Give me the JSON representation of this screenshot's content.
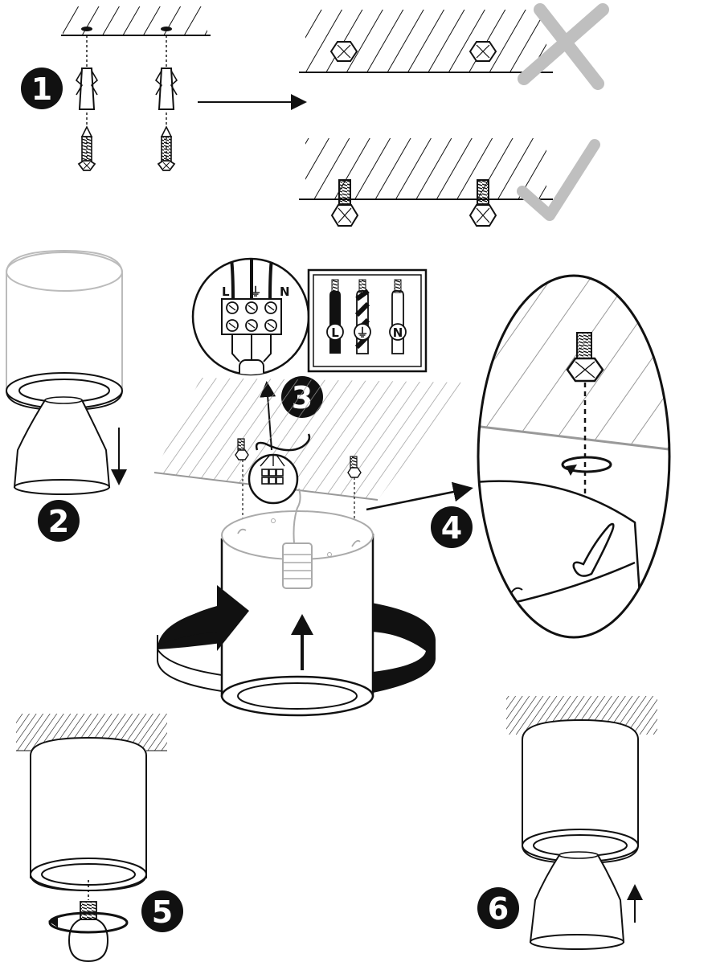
{
  "steps": [
    "1",
    "2",
    "3",
    "4",
    "5",
    "6"
  ],
  "terminal_labels": [
    "L",
    "⏚",
    "N"
  ],
  "wire_labels": [
    "L",
    "⏚",
    "N"
  ],
  "colors": {
    "ink": "#111111",
    "hatch_light": "#999999",
    "mark_grey": "#bfbfbf"
  },
  "icons": {
    "wrong": "cross-mark-icon",
    "right": "check-mark-icon",
    "rotate": "rotate-arrow-icon"
  }
}
